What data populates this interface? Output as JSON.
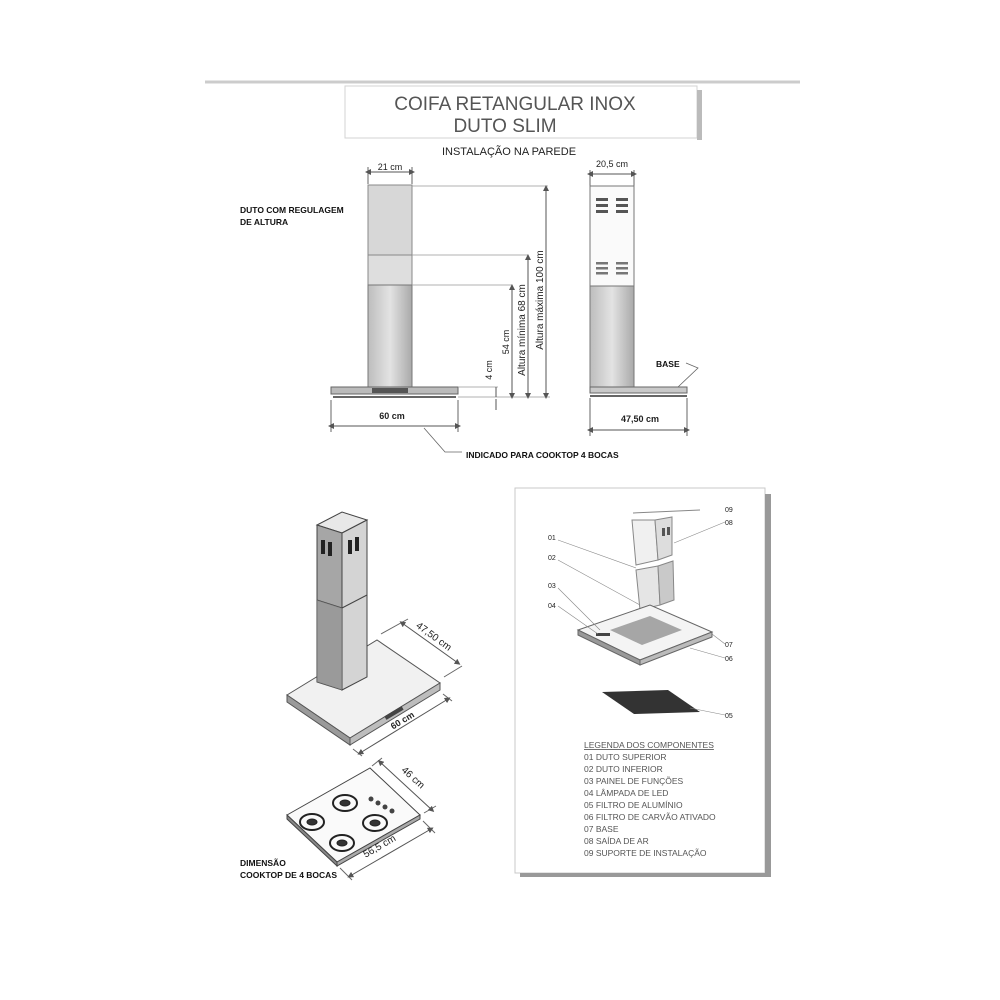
{
  "header": {
    "title_line1": "COIFA RETANGULAR INOX",
    "title_line2": "DUTO SLIM",
    "subtitle": "INSTALAÇÃO NA PAREDE"
  },
  "front_view": {
    "width_top": "21 cm",
    "label_duct": [
      "DUTO COM REGULAGEM",
      "DE ALTURA"
    ],
    "dim_max": "Altura máxima 100 cm",
    "dim_min": "Altura mínima 68 cm",
    "dim_54": "54 cm",
    "dim_4": "4 cm",
    "width_base": "60 cm",
    "note": "INDICADO PARA COOKTOP 4 BOCAS"
  },
  "side_view": {
    "width_top": "20,5 cm",
    "base_label": "BASE",
    "depth": "47,50 cm"
  },
  "iso_view": {
    "depth": "47,50 cm",
    "width": "60 cm"
  },
  "cooktop": {
    "depth": "46 cm",
    "width": "56,5 cm",
    "label": [
      "DIMENSÃO",
      "COOKTOP DE 4 BOCAS"
    ]
  },
  "exploded": {
    "numbers": [
      "01",
      "02",
      "03",
      "04",
      "05",
      "06",
      "07",
      "08",
      "09"
    ],
    "legend_title": "LEGENDA DOS COMPONENTES",
    "legend": [
      "01 DUTO SUPERIOR",
      "02 DUTO INFERIOR",
      "03 PAINEL DE FUNÇÕES",
      "04 LÂMPADA DE LED",
      "05 FILTRO DE ALUMÍNIO",
      "06 FILTRO DE CARVÃO ATIVADO",
      "07 BASE",
      "08 SAÍDA DE AR",
      "09 SUPORTE DE INSTALAÇÃO"
    ]
  }
}
